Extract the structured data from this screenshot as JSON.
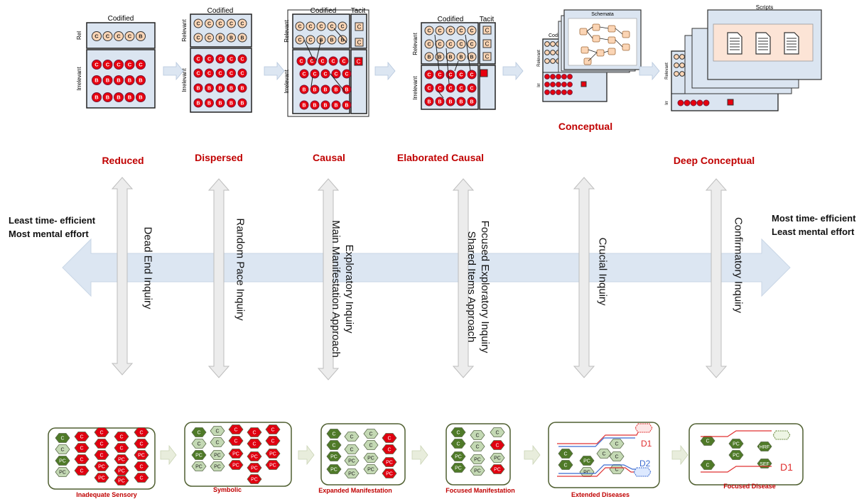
{
  "panels": {
    "reduced": {
      "header": "Codified",
      "rel_label": "Rel",
      "irr_label": "Irrelevant",
      "rel_circles": [
        "C",
        "C",
        "C",
        "C",
        "B"
      ]
    },
    "dispersed": {
      "header": "Codified",
      "rel_label": "Relevant",
      "irr_label": "Irrelevant"
    },
    "causal": {
      "header": "Codified",
      "tacit": "Tacit",
      "rel_label": "Relevant",
      "irr_label": "Irrelevant"
    },
    "elaborated": {
      "header": "Codified",
      "tacit": "Tacit",
      "rel_label": "Relevant",
      "irr_label": "Irrelevant"
    },
    "conceptual": {
      "header": "Codified",
      "card_title": "Schemata",
      "rel_label": "Relevant",
      "irr_label": "Irr"
    },
    "deep": {
      "card_title": "Scripts",
      "rel_label": "Relevant",
      "irr_label": "Irr"
    }
  },
  "stages": {
    "reduced": "Reduced",
    "dispersed": "Dispersed",
    "causal": "Causal",
    "elaborated": "Elaborated Causal",
    "conceptual": "Conceptual",
    "deep": "Deep Conceptual"
  },
  "axis": {
    "left_line1": "Least time- efficient",
    "left_line2": "Most mental effort",
    "right_line1": "Most time- efficient",
    "right_line2": "Least mental effort"
  },
  "inquiries": {
    "i1": "Dead End Inquiry",
    "i2": "Random Pace Inquiry",
    "i3_line1": "Exploratory Inquiry",
    "i3_line2": "Main Manifestation Approach",
    "i4_line1": "Focused Exploratory Inquiry",
    "i4_line2": "Shared Items Approach",
    "i5": "Crucial Inquiry",
    "i6": "Confirmatory Inquiry"
  },
  "bottom": {
    "b1": "Inadequate Sensory",
    "b2": "Symbolic",
    "b3": "Expanded Manifestation",
    "b4": "Focused Manifestation",
    "b5": "Extended Diseases",
    "b6": "Focused Disease",
    "d1": "D1",
    "d2": "D2",
    "hrf": "HRF",
    "sef": "SEF"
  },
  "colors": {
    "red": "#c00000",
    "panel_fill": "#dbe5f1",
    "circle_orange": "#fbd5b5",
    "circle_red": "#e8000e",
    "hex_dark": "#4f7a28",
    "hex_light": "#c4d9b4",
    "hex_red": "#e00010",
    "arrow_fill": "#dce6f2"
  }
}
